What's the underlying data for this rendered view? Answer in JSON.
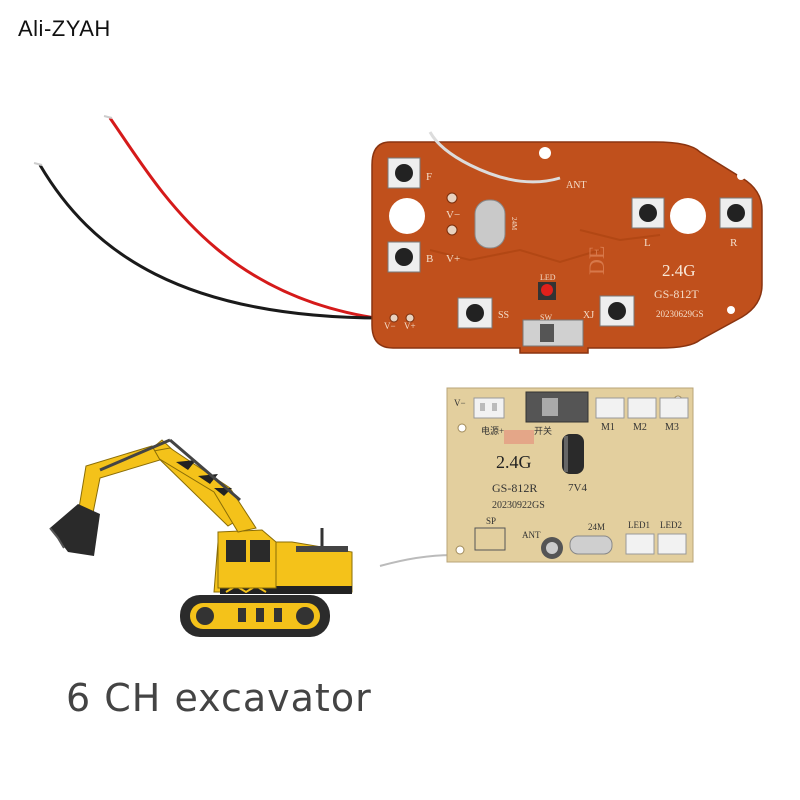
{
  "brand": "Ali-ZYAH",
  "caption": "6 CH excavator",
  "colors": {
    "tx_board": "#c0501c",
    "rx_board": "#e3cf9e",
    "excavator": "#f4c21a"
  },
  "transmitter": {
    "model": "2.4G",
    "part": "GS-812T",
    "date": "20230629GS",
    "labels": {
      "ant": "ANT",
      "f": "F",
      "b": "B",
      "l": "L",
      "r": "R",
      "ss": "SS",
      "xj": "XJ",
      "sw": "SW",
      "led": "LED",
      "v_minus": "V−",
      "v_plus": "V+",
      "v_minus2": "V−",
      "v_plus2": "V+",
      "de": "DE",
      "crystal": "24M"
    }
  },
  "receiver": {
    "model": "2.4G",
    "part": "GS-812R",
    "date": "20230922GS",
    "voltage": "7V4",
    "labels": {
      "v": "V−",
      "power": "电源+",
      "switch": "开关",
      "m1": "M1",
      "m2": "M2",
      "m3": "M3",
      "sp": "SP",
      "ant": "ANT",
      "crystal": "24M",
      "led1": "LED1",
      "led2": "LED2"
    }
  }
}
